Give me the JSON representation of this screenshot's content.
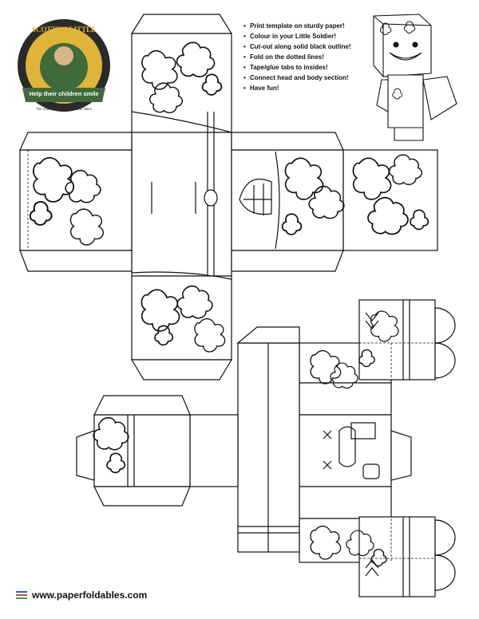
{
  "logo": {
    "ring_text": "SCOTTY'S LITTLE SOLDIERS",
    "banner_text": "Help their children smile",
    "tagline": "The charity for children of the fallen"
  },
  "instructions": [
    "Print template on sturdy paper!",
    "Colour in your Little Soldier!",
    "Cut-out along solid black outline!",
    "Fold on the dotted lines!",
    "Tape/glue tabs to insides!",
    "Connect head and body section!",
    "Have fun!"
  ],
  "footer": {
    "url": "www.paperfoldables.com",
    "icon": "folded-paper-icon",
    "icon_colors": [
      "#3a5fa8",
      "#c94a4a",
      "#4a9a5a"
    ]
  },
  "colors": {
    "line": "#111111",
    "logo_gold": "#e0b43a",
    "logo_green": "#3f6b3a",
    "logo_dark": "#2a2a2a"
  }
}
